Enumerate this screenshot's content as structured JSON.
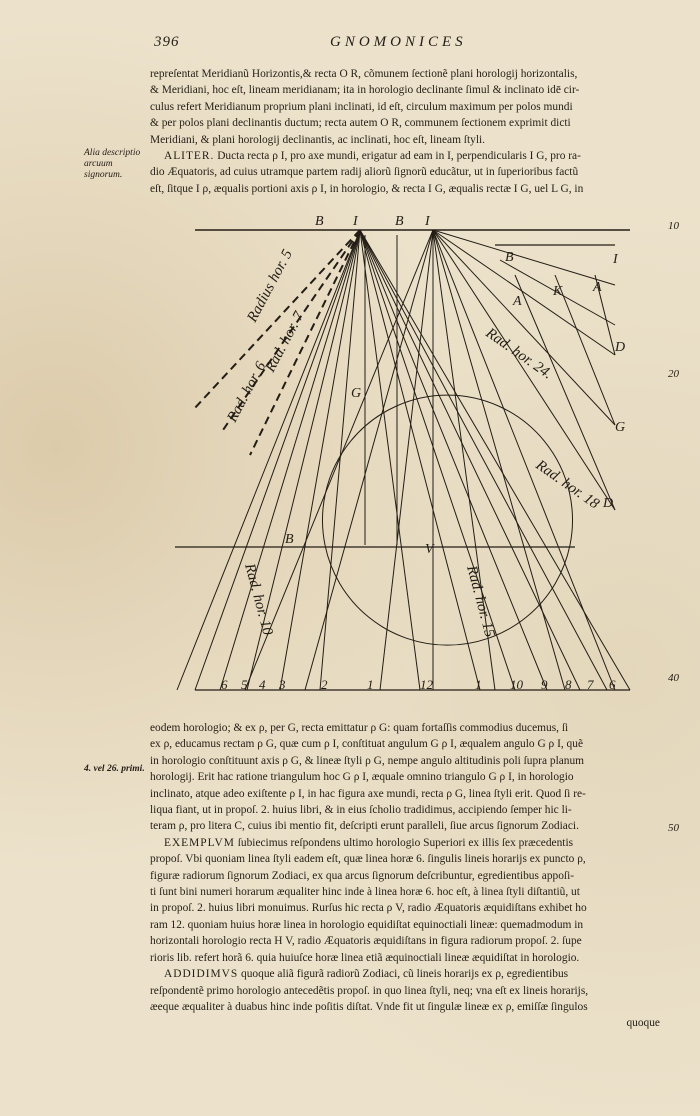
{
  "header": {
    "page_number": "396",
    "running_head": "GNOMONICES"
  },
  "margin_notes": {
    "note1": "Alia descriptio arcuum signorum.",
    "note2": "4. vel 26. primi."
  },
  "right_margin_numbers": [
    "10",
    "20",
    "40",
    "50"
  ],
  "text_top": [
    "repreſentat Meridianũ Horizontis,& recta O R, cõmunem ſectionẽ plani horologij horizontalis,",
    "& Meridiani, hoc eſt, lineam meridianam; ita in horologio declinante ſimul & inclinato idē cir-",
    "culus refert Meridianum proprium plani inclinati, id eſt, circulum maximum per polos mundi",
    "& per polos plani declinantis ductum; recta autem O R, communem ſectionem exprimit dicti",
    "Meridiani, & plani horologij declinantis, ac inclinati, hoc eſt, lineam ſtyli."
  ],
  "aliter_lead": "ALITER.",
  "aliter_lines": [
    " Ducta recta ρ I, pro axe mundi, erigatur ad eam in I, perpendicularis I G, pro ra-",
    "dio Æquatoris, ad cuius utramque partem radij aliorũ ſignorũ educãtur, ut in ſuperioribus factũ",
    "eſt, ſitque I ρ, æqualis portioni axis ρ I, in horologio, & recta I G, æqualis rectæ I G, uel L G, in"
  ],
  "figure": {
    "top_labels": {
      "b_left": "B",
      "i_left": "I",
      "b_mid": "B",
      "i_mid": "I",
      "b_right": "B",
      "i_right": "I"
    },
    "right_labels": {
      "a1": "A",
      "k": "K",
      "a2": "A",
      "d1": "D",
      "g": "G",
      "d2": "D"
    },
    "inner_labels": {
      "g_inner": "G",
      "b_low": "B",
      "v": "V"
    },
    "rad_labels": {
      "hor_5": "Radius hor. 5",
      "hor_7": "Rad. hor. 7",
      "hor_6": "Rad. hor. 6",
      "hor_24": "Rad. hor. 24.",
      "hor_18": "Rad. hor. 18",
      "hor_10": "Rad. hor. 10",
      "hor_15": "Rad. hor. 15"
    },
    "bottom_numbers": [
      "6",
      "5",
      "4",
      "3",
      "2",
      "1",
      "12",
      "1",
      "10",
      "9",
      "8",
      "7",
      "6"
    ]
  },
  "text_bottom": [
    "eodem horologio; & ex ρ, per G, recta emittatur ρ G: quam fortaſſis commodius ducemus, ſi",
    "ex ρ, educamus rectam ρ G, quæ cum ρ I, conſtituat angulum G ρ I, æqualem angulo G ρ I, quẽ",
    "in horologio conſtituunt axis ρ G, & lineæ ſtyli ρ G, nempe angulo altitudinis poli ſupra planum",
    "horologij. Erit hac ratione triangulum hoc G ρ I, æquale omnino triangulo G ρ I, in horologio",
    "inclinato, atque adeo exiſtente ρ I, in hac figura axe mundi, recta ρ G, linea ſtyli erit. Quod ſi re-",
    "liqua fiant, ut in propoſ. 2. huius libri, & in eius ſcholio tradidimus, accipiendo ſemper hic li-",
    "teram ρ, pro litera C, cuius ibi mentio fit, deſcripti erunt paralleli, ſiue arcus ſignorum Zodiaci."
  ],
  "exemplum_lead": "EXEMPLVM",
  "exemplum_lines": [
    " ſubiecimus reſpondens ultimo horologio Superiori ex illis ſex præcedentis",
    "propoſ. Vbi quoniam linea ſtyli eadem eſt, quæ linea horæ 6. ſingulis lineis horarijs ex puncto ρ,",
    "figuræ radiorum ſignorum Zodiaci, ex qua arcus ſignorum deſcribuntur, egredientibus appoſi-",
    "ti ſunt bini numeri horarum æqualiter hinc inde à linea horæ 6. hoc eſt, à linea ſtyli diſtantiũ, ut",
    "in propoſ. 2. huius libri monuimus. Rurſus hic recta ρ V, radio Æquatoris æquidiſtans exhibet ho",
    "ram 12. quoniam huius horæ linea in horologio equidiſtat equinoctiali lineæ: quemadmodum in",
    "horizontali horologio recta H V, radio Æquatoris æquidiſtans in figura radiorum propoſ. 2. ſupe",
    "rioris lib. refert horã 6. quia huiuſce horæ linea etiã æquinoctiali lineæ æquidiſtat in horologio."
  ],
  "addidimus_lead": "ADDIDIMVS",
  "addidimus_lines": [
    " quoque aliã figurã radiorũ Zodiaci, cũ lineis horarijs ex ρ, egredientibus",
    "reſpondentẽ primo horologio antecedẽtis propoſ. in quo linea ſtyli, neq; vna eſt ex lineis horarijs,",
    "æeque æqualiter à duabus hinc inde poſitis diſtat. Vnde fit ut ſingulæ lineæ ex ρ, emiſſæ ſingulos"
  ],
  "catchword": "quoque"
}
